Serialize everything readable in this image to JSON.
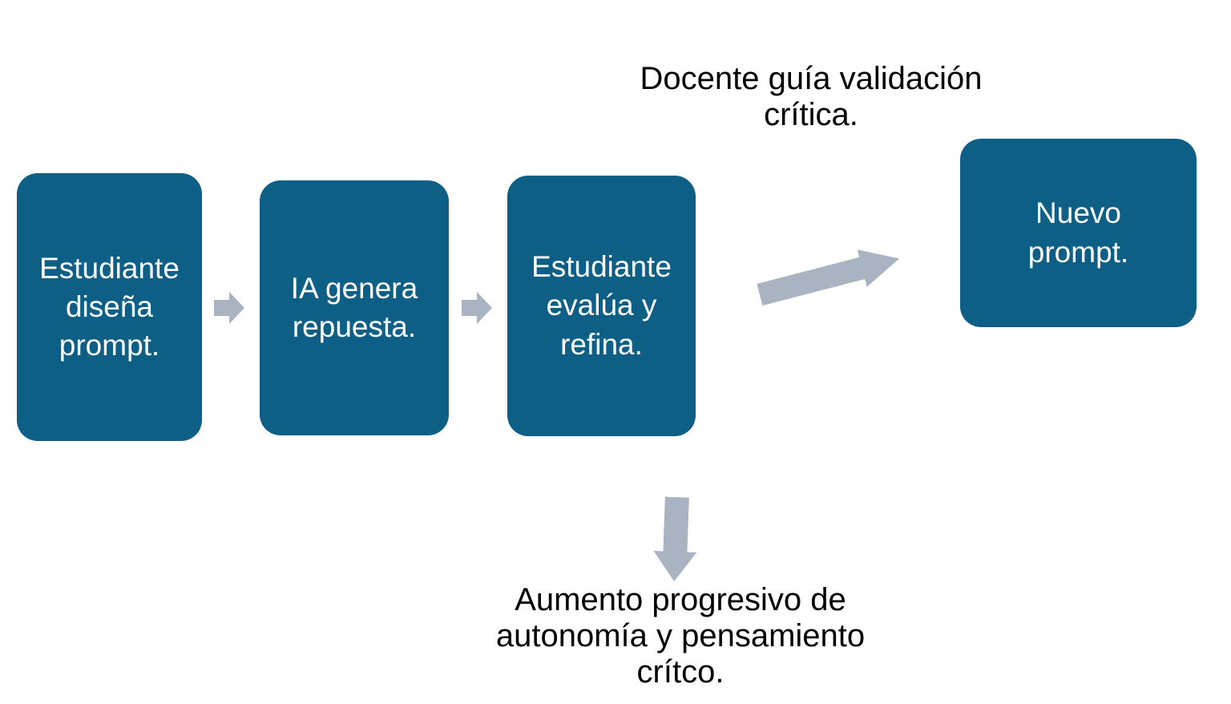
{
  "palette": {
    "page_bg": "#FFFFFF",
    "box_fill": "#0E5F86",
    "box_text": "#FFFFFF",
    "arrow_fill": "#A9B3C1",
    "note_text": "#000000"
  },
  "notes": {
    "top": "Docente guía validación\ncrítica.",
    "bottom": "Aumento progresivo de\nautonomía y pensamiento\ncrítco."
  },
  "steps": [
    {
      "label": "Estudiante\ndiseña\nprompt."
    },
    {
      "label": "IA genera\nrepuesta."
    },
    {
      "label": "Estudiante\nevalúa y\nrefina."
    },
    {
      "label": "Nuevo\nprompt."
    }
  ]
}
